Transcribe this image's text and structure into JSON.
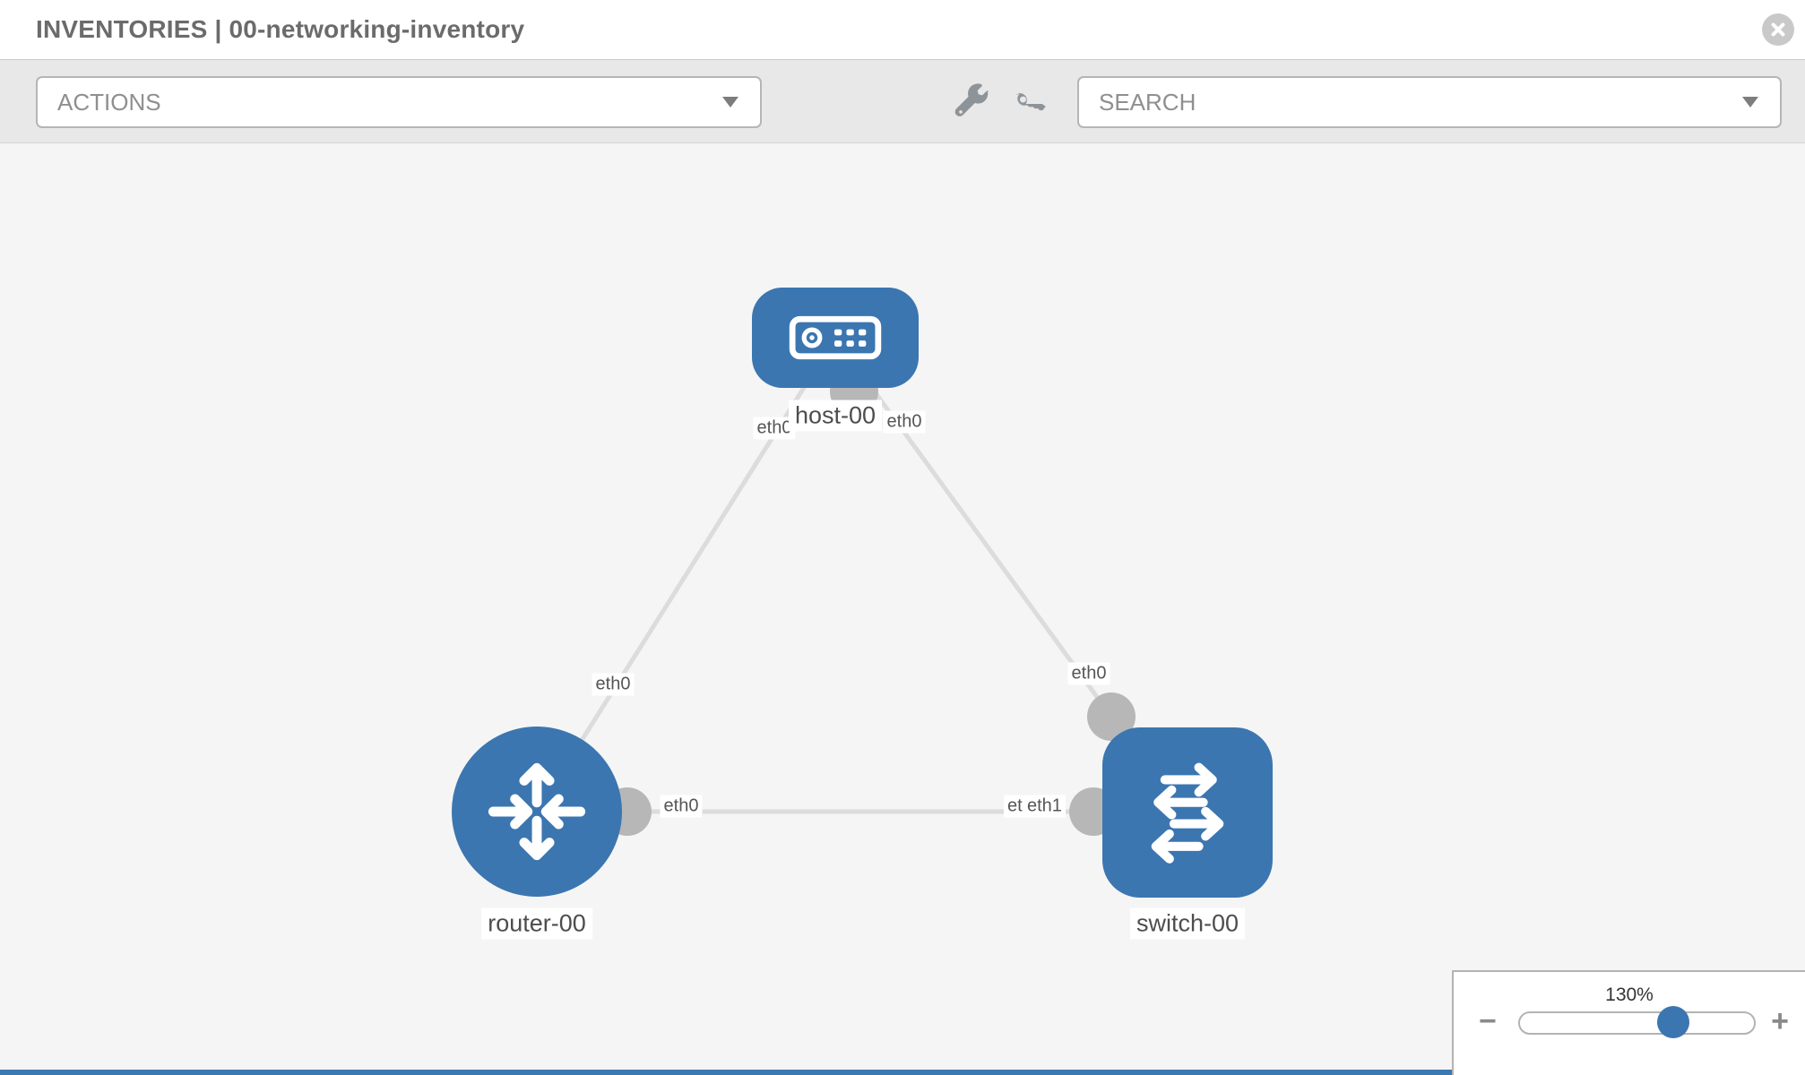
{
  "header": {
    "title": "INVENTORIES | 00-networking-inventory"
  },
  "toolbar": {
    "actions_label": "ACTIONS",
    "search_label": "SEARCH",
    "icons": [
      "wrench-icon",
      "key-icon"
    ]
  },
  "topology": {
    "nodes": [
      {
        "id": "host-00",
        "label": "host-00",
        "type": "host"
      },
      {
        "id": "router-00",
        "label": "router-00",
        "type": "router"
      },
      {
        "id": "switch-00",
        "label": "switch-00",
        "type": "switch"
      }
    ],
    "links": [
      {
        "from": "host-00",
        "from_port": "eth0",
        "to": "router-00",
        "to_port": "eth0"
      },
      {
        "from": "host-00",
        "from_port": "eth0",
        "to": "switch-00",
        "to_port": "eth0"
      },
      {
        "from": "router-00",
        "from_port": "eth0",
        "to": "switch-00",
        "to_port": "eth1",
        "occluded_port_label": "eth0"
      }
    ]
  },
  "zoom_control": {
    "level": "130%",
    "minus": "−",
    "plus": "+"
  },
  "colors": {
    "node_blue": "#3b76b0",
    "link_gray": "#dcdcdc",
    "port_gray": "#b7b7b7",
    "canvas_bg": "#f5f5f5"
  }
}
